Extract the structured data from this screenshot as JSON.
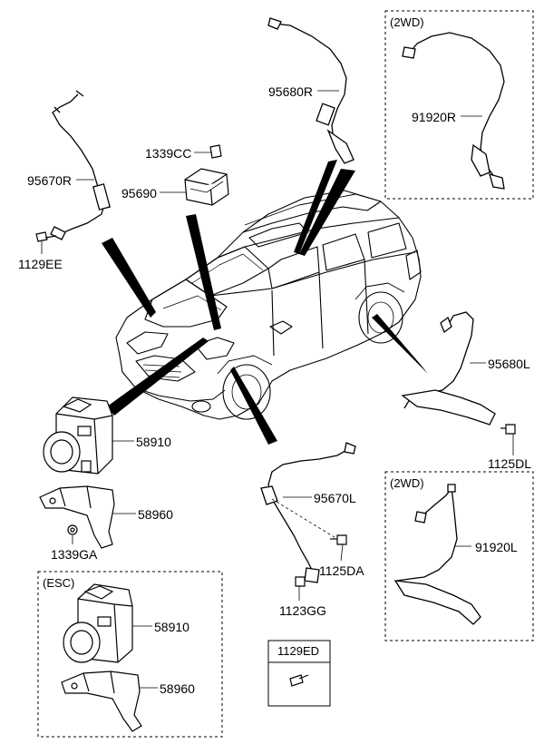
{
  "boxes": {
    "front_2wd": "(2WD)",
    "rear_2wd": "(2WD)",
    "esc": "(ESC)",
    "bolt_box": "1129ED"
  },
  "parts": {
    "p95680R": "95680R",
    "p91920R": "91920R",
    "p95670R": "95670R",
    "p1339CC": "1339CC",
    "p95690": "95690",
    "p1129EE": "1129EE",
    "p95680L": "95680L",
    "p1125DL": "1125DL",
    "p58910": "58910",
    "p58960": "58960",
    "p1339GA": "1339GA",
    "p95670L": "95670L",
    "p1125DA": "1125DA",
    "p1123GG": "1123GG",
    "p91920L": "91920L",
    "p58910_esc": "58910",
    "p58960_esc": "58960"
  }
}
